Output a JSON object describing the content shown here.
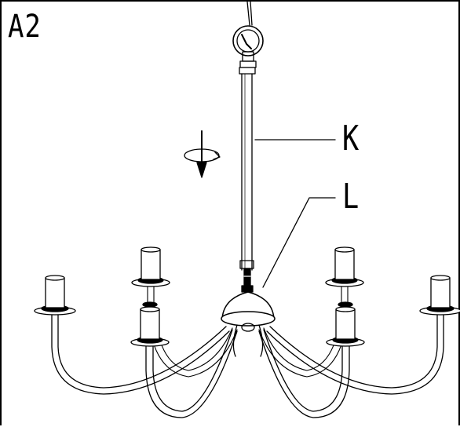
{
  "step": "A2",
  "labels": {
    "k": "K",
    "l": "L"
  },
  "colors": {
    "line": "#000000",
    "background": "#ffffff"
  },
  "icons": {
    "rotate": "rotate-arrow-icon"
  }
}
